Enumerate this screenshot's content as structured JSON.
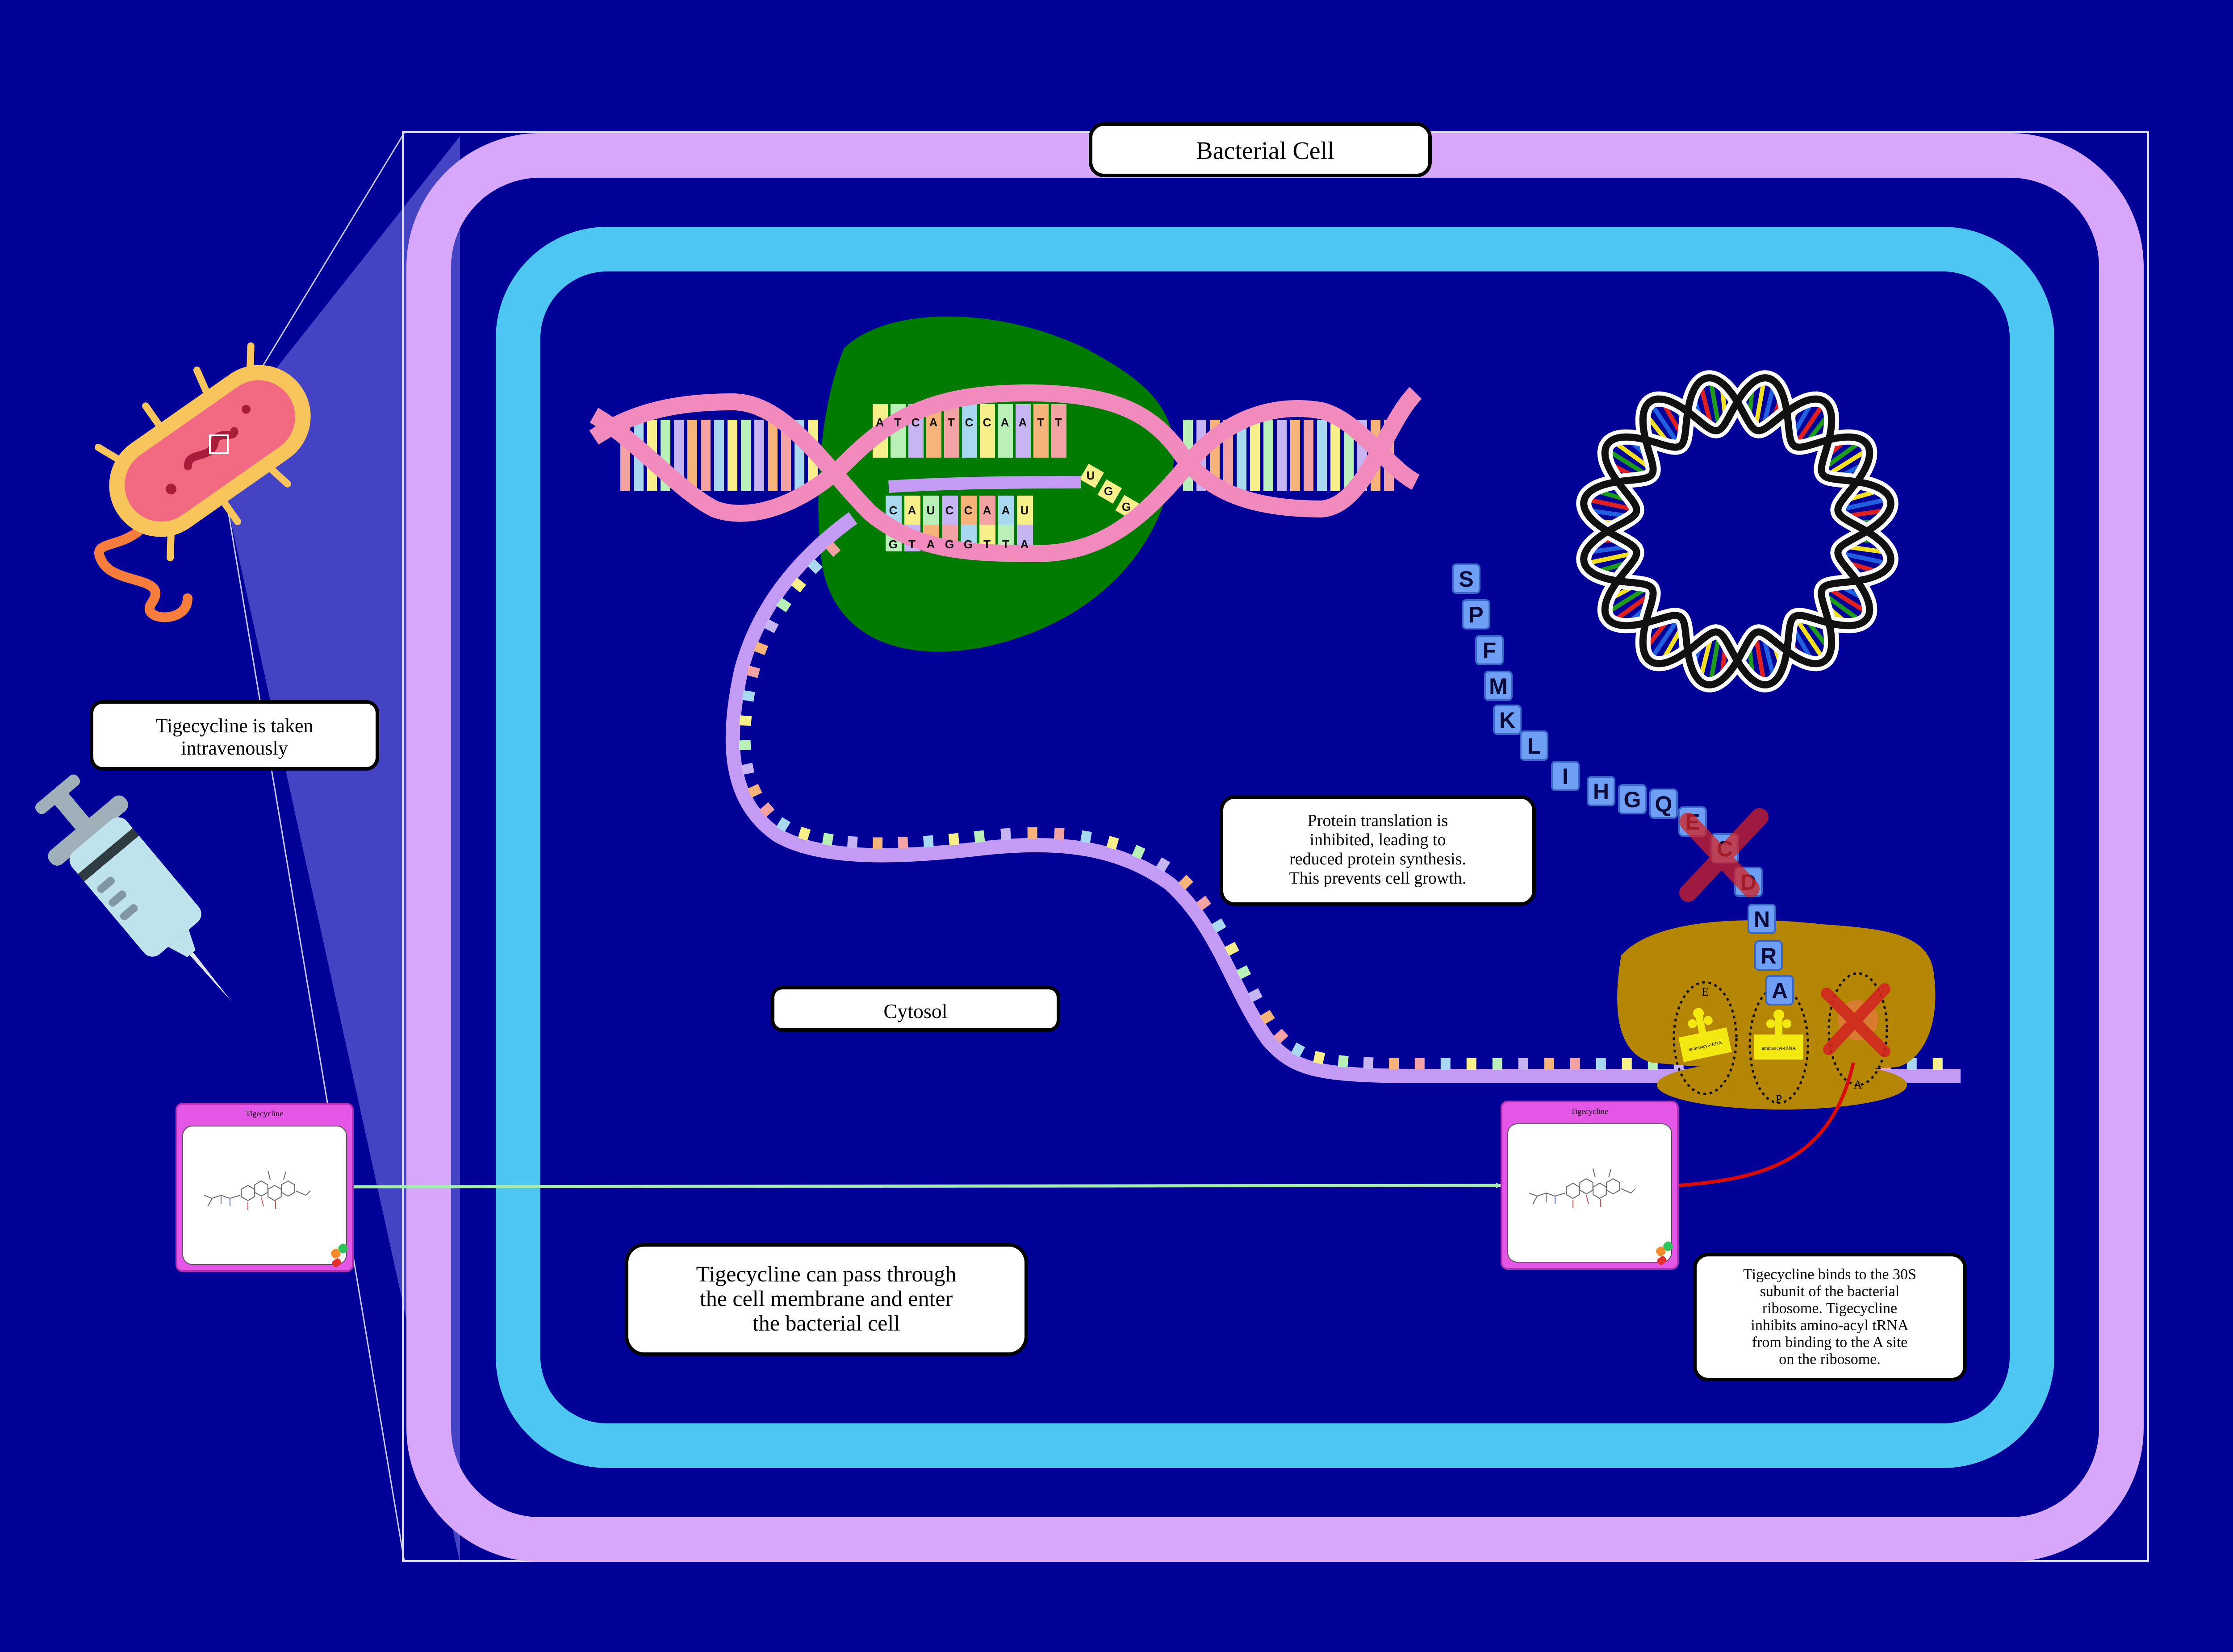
{
  "title": "Bacterial Cell",
  "labels": {
    "taken": [
      "Tigecycline is taken",
      "intravenously"
    ],
    "cytosol": "Cytosol",
    "pass": [
      "Tigecycline can pass through",
      "the cell membrane and enter",
      "the bacterial cell"
    ],
    "inhibited": [
      "Protein translation is",
      "inhibited, leading to",
      "reduced protein synthesis.",
      "This prevents cell growth."
    ],
    "binds": [
      "Tigecycline binds to the 30S",
      "subunit of the bacterial",
      "ribosome. Tigecycline",
      "inhibits amino-acyl tRNA",
      "from binding to the A site",
      "on the ribosome."
    ]
  },
  "drug_card": {
    "name": "Tigecycline"
  },
  "peptide": [
    "S",
    "P",
    "F",
    "M",
    "K",
    "L",
    "I",
    "H",
    "G",
    "Q",
    "E",
    "C",
    "D",
    "N",
    "R",
    "A"
  ],
  "ribosome_sites": [
    "E",
    "P",
    "A"
  ],
  "trna_label": "aminoacyl-tRNA",
  "dna_upper": [
    "A",
    "T",
    "C",
    "A",
    "T",
    "C",
    "C",
    "A",
    "A",
    "T",
    "T"
  ],
  "rna_new": [
    "U",
    "G",
    "G"
  ],
  "rna_lower": [
    "C",
    "A",
    "U",
    "C",
    "C",
    "A",
    "A",
    "U"
  ],
  "dna_lower": [
    "G",
    "T",
    "A",
    "G",
    "G",
    "T",
    "T",
    "A"
  ],
  "colors": {
    "background": "#010097",
    "outer_membrane": "#d6a7fb",
    "inner_membrane": "#4dc6f2",
    "nucleoid_blob": "#007b00",
    "dna_backbone": "#f18bbd",
    "mrna": "#c39bf4",
    "ribosome": "#b58603",
    "peptide": "#6f9ef5",
    "inhibit_x": "#d32222",
    "drug_card": "#e356e6",
    "arrow": "#a6ebb0"
  }
}
